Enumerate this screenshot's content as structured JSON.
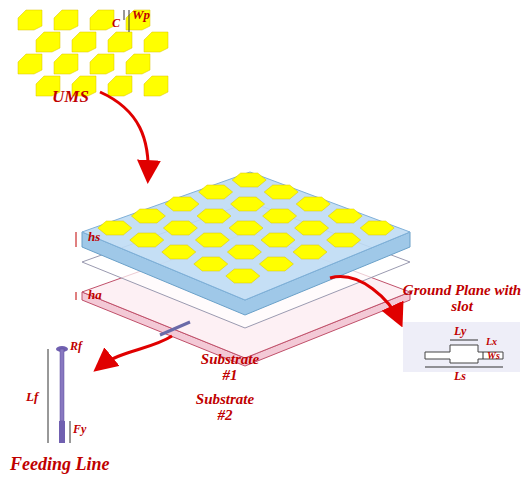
{
  "diagram": {
    "labels": [
      "UMS",
      "Wp",
      "C",
      "hs",
      "ha",
      "Substrate #1",
      "Substrate #2",
      "Ground Plane with slot",
      "Ly",
      "Lx",
      "Ws",
      "Ls",
      "Rf",
      "Lf",
      "Fy",
      "Feeding Line"
    ]
  }
}
